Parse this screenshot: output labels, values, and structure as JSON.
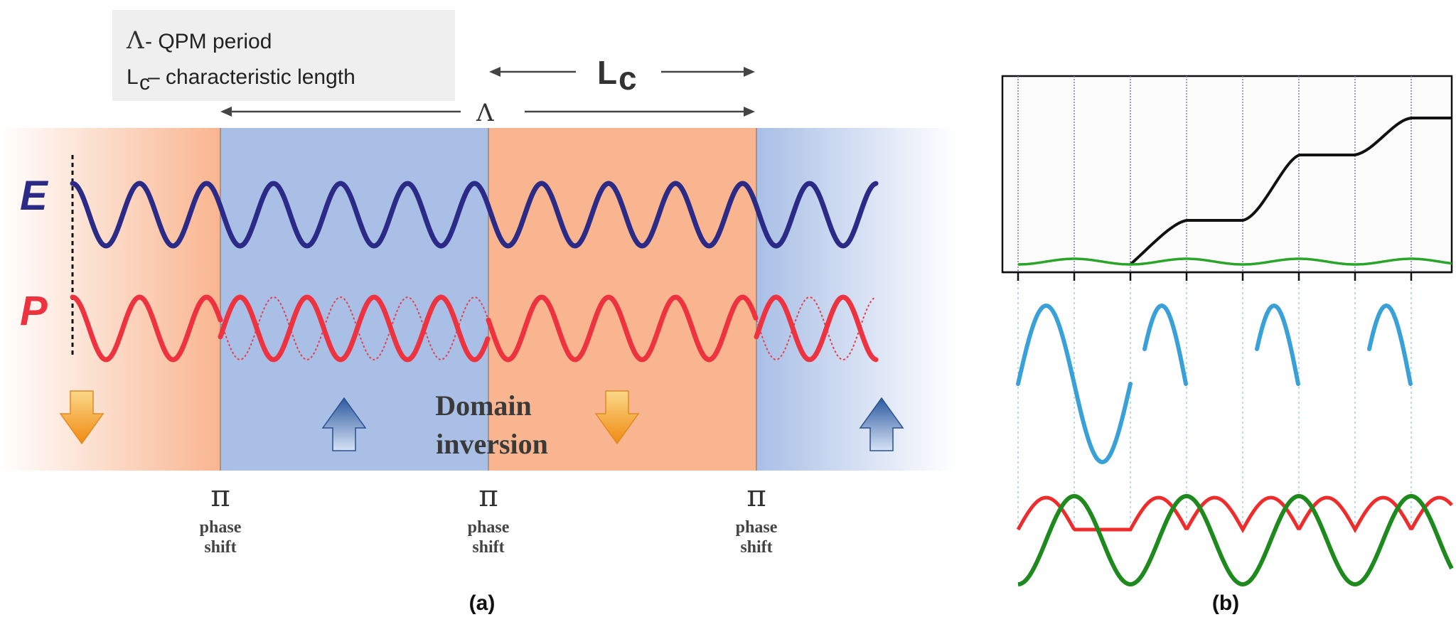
{
  "legend": {
    "line1_symbol": "Λ",
    "line1_text": " - QPM period",
    "line2_symbol": "L",
    "line2_sub": "c",
    "line2_text": " – characteristic length"
  },
  "arrows": {
    "lc_main": "L",
    "lc_sub": "c",
    "lambda": "Λ"
  },
  "field_labels": {
    "e": "E",
    "p": "P"
  },
  "domain_text": {
    "line1": "Domain",
    "line2": "inversion"
  },
  "phase_shifts": [
    {
      "pi": "π",
      "line1": "phase",
      "line2": "shift"
    },
    {
      "pi": "π",
      "line1": "phase",
      "line2": "shift"
    },
    {
      "pi": "π",
      "line1": "phase",
      "line2": "shift"
    }
  ],
  "captions": {
    "a": "(a)",
    "b": "(b)"
  },
  "colors": {
    "orange_domain": "#f9b58f",
    "blue_domain": "#a9bfe6",
    "e_wave": "#2b2a86",
    "p_wave": "#ee3340",
    "arrow_down": "#f7a21c",
    "arrow_up": "#3d6fb3",
    "growth_curve": "#111111",
    "efficiency_curve": "#2aa52a",
    "panel_b_blue": "#3aa0d8",
    "panel_b_red": "#ee2c2c",
    "panel_b_green": "#1e8a1e"
  }
}
